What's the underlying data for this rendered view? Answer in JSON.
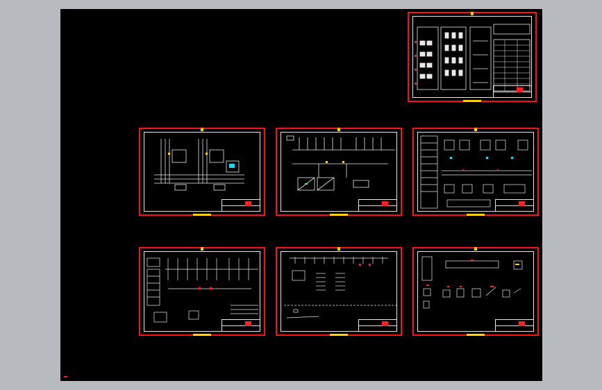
{
  "viewport": {
    "background": "#000000",
    "frame": "#b7bbbf"
  },
  "colors": {
    "border": "#ff1010",
    "marker": "#ffd400",
    "line": "#e8e8e8",
    "accent": "#ff2020",
    "cyan": "#00e0ff",
    "green": "#40ff40"
  },
  "sheets": [
    {
      "id": "sheet-1",
      "kind": "cabinet-layout"
    },
    {
      "id": "sheet-2",
      "kind": "power-wiring"
    },
    {
      "id": "sheet-3",
      "kind": "single-line"
    },
    {
      "id": "sheet-4",
      "kind": "control-schematic"
    },
    {
      "id": "sheet-5",
      "kind": "feeder-schematic"
    },
    {
      "id": "sheet-6",
      "kind": "distribution"
    },
    {
      "id": "sheet-7",
      "kind": "detail-views"
    }
  ]
}
